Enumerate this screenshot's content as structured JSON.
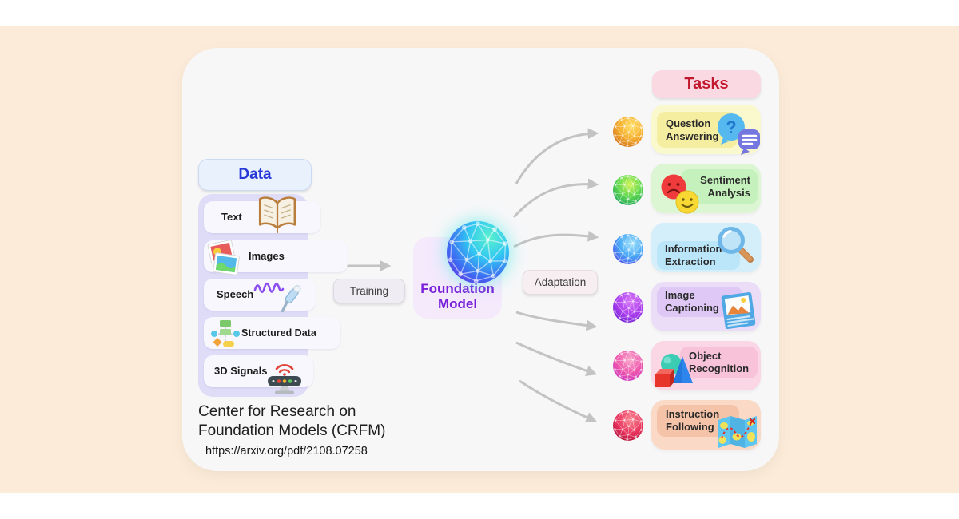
{
  "window": {
    "background_color": "#FBEBD8",
    "card_color": "#F7F7F8",
    "arrow_color": "#C3C3C3"
  },
  "data_panel": {
    "header": "Data",
    "header_color": "#2638D8",
    "items": [
      {
        "label": "Text",
        "icon": "book-icon"
      },
      {
        "label": "Images",
        "icon": "photos-icon"
      },
      {
        "label": "Speech",
        "icon": "microphone-icon"
      },
      {
        "label": "Structured Data",
        "icon": "flowchart-icon"
      },
      {
        "label": "3D Signals",
        "icon": "sensor-icon"
      }
    ]
  },
  "pipeline": {
    "training": "Training",
    "model": "Foundation Model",
    "model_color": "#7A1FD9",
    "adaptation": "Adaptation"
  },
  "tasks_panel": {
    "header": "Tasks",
    "header_color": "#C2182E",
    "items": [
      {
        "label": "Question Answering",
        "card_color": "#FAF8CD",
        "chip_color": "#F5EDA0",
        "sphere_color": "#F0A32A",
        "icon": "question-chat-icon"
      },
      {
        "label": "Sentiment Analysis",
        "card_color": "#DCF6D4",
        "chip_color": "#C5F1BC",
        "sphere_color": "#4FCE4F",
        "icon": "emotion-faces-icon"
      },
      {
        "label": "Information Extraction",
        "card_color": "#D4EFFA",
        "chip_color": "#BBE5F8",
        "sphere_color": "#4B9BF5",
        "icon": "magnifier-icon"
      },
      {
        "label": "Image Captioning",
        "card_color": "#EBDDF8",
        "chip_color": "#DFC8F6",
        "sphere_color": "#9B3BEA",
        "icon": "photo-card-icon"
      },
      {
        "label": "Object Recognition",
        "card_color": "#FBD6E5",
        "chip_color": "#F8C2D9",
        "sphere_color": "#E8459E",
        "icon": "shapes-icon"
      },
      {
        "label": "Instruction Following",
        "card_color": "#FADAC6",
        "chip_color": "#F5C3A7",
        "sphere_color": "#E03050",
        "icon": "map-icon"
      }
    ]
  },
  "footer": {
    "org": "Center for Research on Foundation Models (CRFM)",
    "url": "https://arxiv.org/pdf/2108.07258"
  }
}
